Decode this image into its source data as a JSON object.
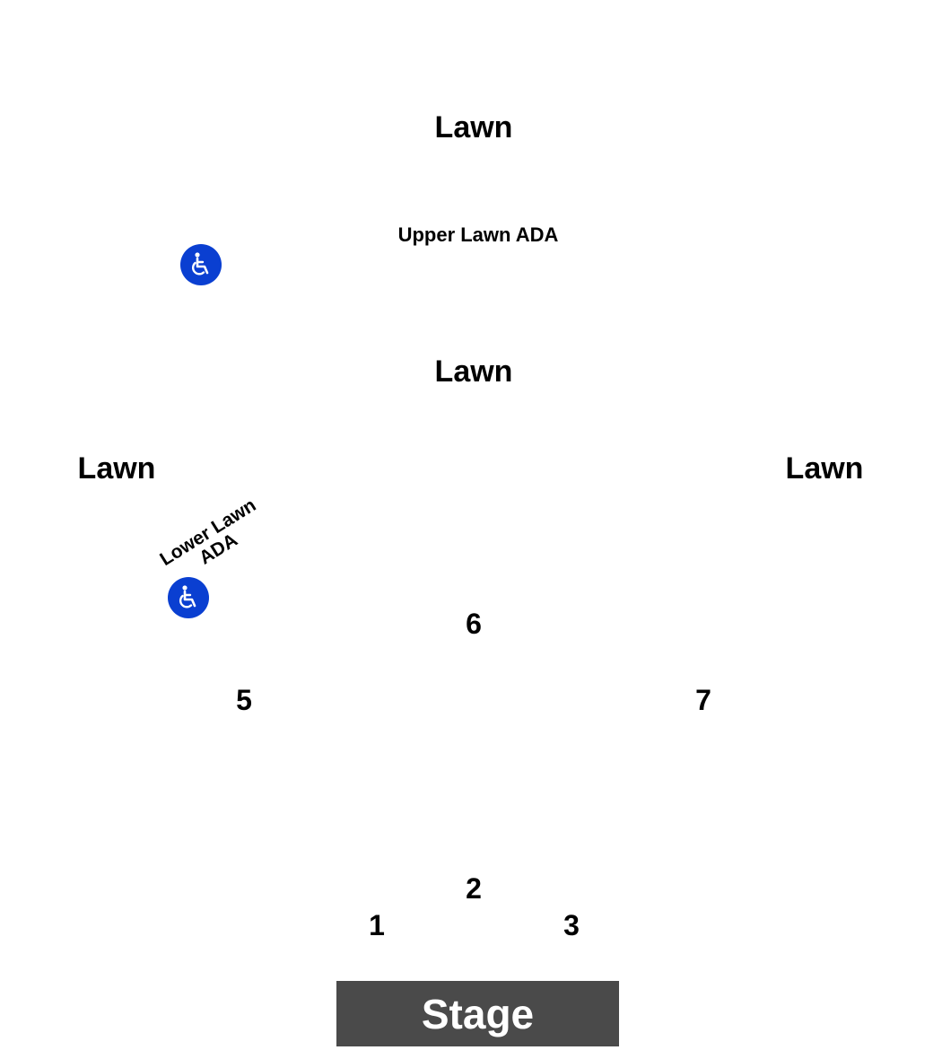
{
  "map": {
    "areas": {
      "lawn_top": "Lawn",
      "lawn_middle": "Lawn",
      "lawn_left": "Lawn",
      "lawn_right": "Lawn"
    },
    "ada": {
      "upper_label": "Upper Lawn ADA",
      "lower_label_line1": "Lower Lawn",
      "lower_label_line2": "ADA",
      "icon": "wheelchair-accessible-icon",
      "icon_color": "#0a3fd1"
    },
    "sections": {
      "s1": "1",
      "s2": "2",
      "s3": "3",
      "s5": "5",
      "s6": "6",
      "s7": "7"
    },
    "stage": {
      "label": "Stage",
      "color": "#4a4a4a"
    }
  }
}
